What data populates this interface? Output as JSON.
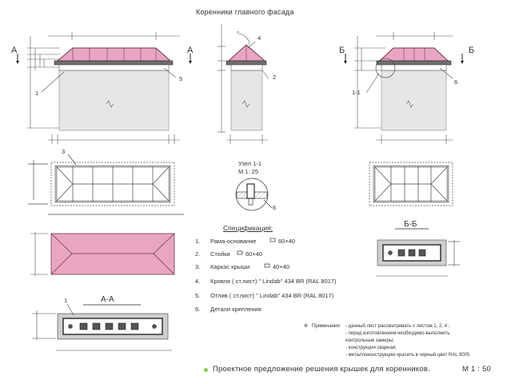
{
  "title": "Коренники главного фасада",
  "section_marks": {
    "a_left": "А",
    "a_right": "А",
    "b_left": "Б",
    "b_right": "Б"
  },
  "callouts": {
    "c1": "1",
    "c2": "2",
    "c3": "3",
    "c4": "4",
    "c5": "5",
    "c6": "6",
    "c6b": "6",
    "c1_1": "1-1",
    "c1b": "1",
    "deg": "°"
  },
  "node": {
    "label": "Узел  1-1",
    "scale": "М  1: 25"
  },
  "section_titles": {
    "aa": "А-А",
    "bb": "Б-Б"
  },
  "spec": {
    "heading": "Спецификация:",
    "items": [
      {
        "num": "1.",
        "text": "Рама-основание",
        "suffix": "60×40",
        "profile": true
      },
      {
        "num": "2.",
        "text": "Стойки",
        "suffix": "60×40",
        "profile": true
      },
      {
        "num": "3.",
        "text": "Каркас крыши",
        "suffix": "40×40",
        "profile": true
      },
      {
        "num": "4.",
        "text": "Кровля  ( ст.лист) \" Lindab\" 434 BR (RAL 8017)",
        "suffix": "",
        "profile": false
      },
      {
        "num": "5.",
        "text": "Отлив  ( ст.лист) \" Lindab\" 434 BR (RAL 8017)",
        "suffix": "",
        "profile": false
      },
      {
        "num": "6.",
        "text": "Детали крепления",
        "suffix": "",
        "profile": false
      }
    ]
  },
  "notes": {
    "label": "Примечания:",
    "lines": [
      "- данный лист рассматривать с листом  1, 2, 4 ;",
      "- перед изготовлением необходимо выполнить",
      "  контрольные замеры;",
      "- конструкция сварная;",
      "- металлоконструкцию красить в черный цвет RAL 9005"
    ]
  },
  "footer": {
    "text": "Проектное предложение решения крышек  для  коренников.",
    "scale": "М 1 : 50"
  },
  "colors": {
    "roof_pink": "#e9a6c3",
    "roof_stroke": "#6b3a4d",
    "chimney_gray": "#e6e6e6",
    "dark_gray": "#6e6e6e",
    "bullet_green": "#7fd14a"
  }
}
